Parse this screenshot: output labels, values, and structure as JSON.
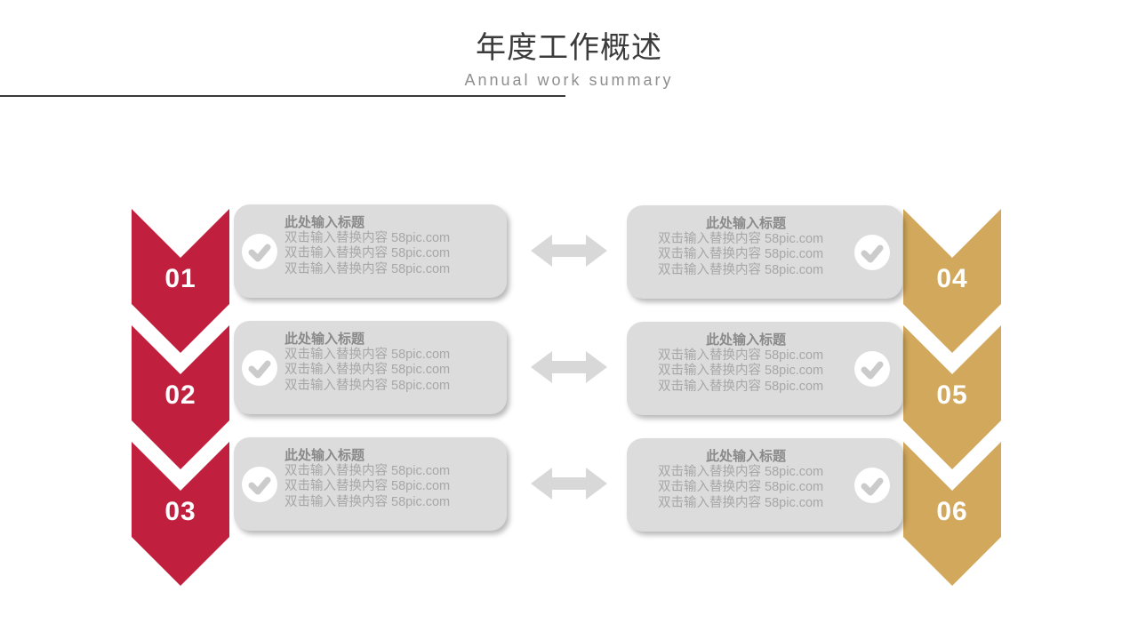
{
  "header": {
    "title": "年度工作概述",
    "subtitle": "Annual work summary"
  },
  "items": [
    {
      "number": "01",
      "side": "left",
      "title": "此处输入标题",
      "lines": [
        "双击输入替换内容 58pic.com",
        "双击输入替换内容 58pic.com",
        "双击输入替换内容 58pic.com"
      ]
    },
    {
      "number": "02",
      "side": "left",
      "title": "此处输入标题",
      "lines": [
        "双击输入替换内容 58pic.com",
        "双击输入替换内容 58pic.com",
        "双击输入替换内容 58pic.com"
      ]
    },
    {
      "number": "03",
      "side": "left",
      "title": "此处输入标题",
      "lines": [
        "双击输入替换内容 58pic.com",
        "双击输入替换内容 58pic.com",
        "双击输入替换内容 58pic.com"
      ]
    },
    {
      "number": "04",
      "side": "right",
      "title": "此处输入标题",
      "lines": [
        "双击输入替换内容 58pic.com",
        "双击输入替换内容 58pic.com",
        "双击输入替换内容 58pic.com"
      ]
    },
    {
      "number": "05",
      "side": "right",
      "title": "此处输入标题",
      "lines": [
        "双击输入替换内容 58pic.com",
        "双击输入替换内容 58pic.com",
        "双击输入替换内容 58pic.com"
      ]
    },
    {
      "number": "06",
      "side": "right",
      "title": "此处输入标题",
      "lines": [
        "双击输入替换内容 58pic.com",
        "双击输入替换内容 58pic.com",
        "双击输入替换内容 58pic.com"
      ]
    }
  ],
  "icons": {
    "check": "check-mark-in-white-circle",
    "connector": "double-headed-horizontal-arrow"
  },
  "colors": {
    "left_chevron": "#C01F3E",
    "right_chevron": "#D2A85C",
    "box_background": "#DCDCDC",
    "connector_arrow": "#D8D8D8",
    "check_mark": "#CBCBCB",
    "title_text": "#3B3B3B",
    "subtitle_text": "#8F8F8F",
    "box_title_text": "#8A8A8A",
    "box_body_text": "#A7A7A7",
    "step_number_text": "#FFFFFF",
    "divider": "#3A3A3A"
  }
}
